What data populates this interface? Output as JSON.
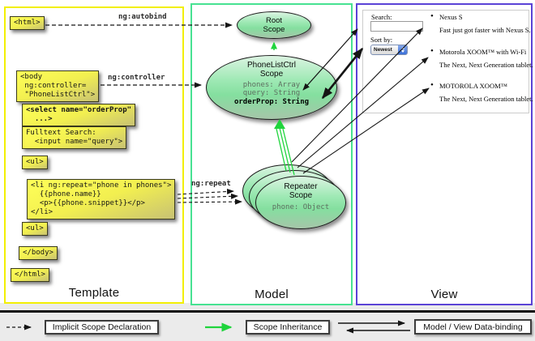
{
  "colors": {
    "template_border": "#f2ef04",
    "model_border": "#47e292",
    "view_border": "#5a43d6",
    "inheritance_green": "#1fd43c",
    "arrow_black": "#151515"
  },
  "template": {
    "label": "Template",
    "autobind_label": "ng:autobind",
    "controller_label": "ng:controller",
    "repeat_label": "ng:repeat",
    "boxes": {
      "html_open": "<html>",
      "body_open": "<body\n ng:controller=\n \"PhoneListCtrl\">",
      "select": "<select name=\"orderProp\"\n  ...>",
      "fulltext": "Fulltext Search:\n  <input name=\"query\">",
      "ul_open": "<ul>",
      "li_repeat": "<li ng:repeat=\"phone in phones\">\n  {{phone.name}}\n  <p>{{phone.snippet}}</p>\n</li>",
      "ul_close": "<ul>",
      "body_close": "</body>",
      "html_close": "</html>"
    }
  },
  "model": {
    "label": "Model",
    "root_scope": {
      "title": "Root\nScope"
    },
    "phonelist_scope": {
      "title": "PhoneListCtrl\nScope",
      "props": [
        "phones: Array",
        "query: String"
      ],
      "prop_bold": "orderProp: String"
    },
    "repeater_scope": {
      "title": "Repeater\nScope",
      "prop": "phone: Object"
    }
  },
  "view": {
    "label": "View",
    "search_label": "Search:",
    "search_value": "",
    "sort_label": "Sort by:",
    "sort_value": "Newest",
    "items": [
      {
        "name": "Nexus S",
        "desc": "Fast just got faster with Nexus S."
      },
      {
        "name": "Motorola XOOM™ with Wi-Fi",
        "desc": "The Next, Next Generation tablet."
      },
      {
        "name": "MOTOROLA XOOM™",
        "desc": "The Next, Next Generation tablet."
      }
    ]
  },
  "legend": {
    "implicit": "Implicit Scope Declaration",
    "inheritance": "Scope Inheritance",
    "databinding": "Model / View Data-binding"
  }
}
